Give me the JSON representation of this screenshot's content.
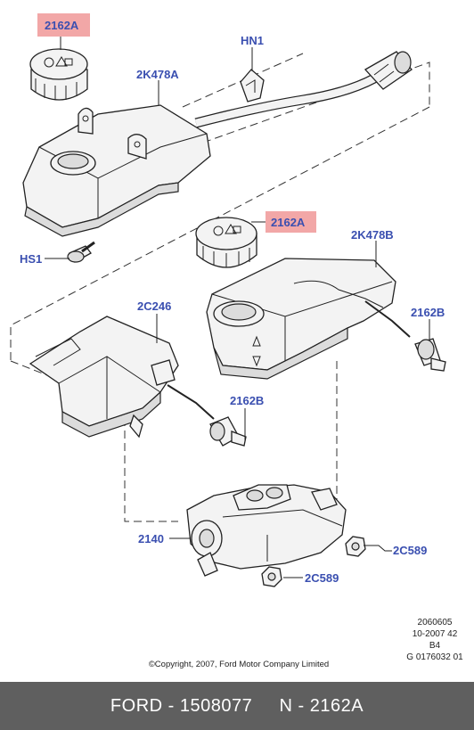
{
  "callouts": {
    "cap_top": "2162A",
    "hn1": "HN1",
    "reservoir_top": "2K478A",
    "hs1": "HS1",
    "cap_lower": "2162A",
    "reservoir_lower": "2K478B",
    "bracket": "2C246",
    "sensor_right": "2162B",
    "sensor_lower": "2162B",
    "master_cylinder": "2140",
    "nut_right": "2C589",
    "nut_lower": "2C589"
  },
  "highlight_color": "#f2a7a7",
  "label_color": "#3a4fb0",
  "meta": {
    "line1": "2060605",
    "line2": "10-2007 42",
    "line3": "B4",
    "line4": "G 0176032 01"
  },
  "copyright": "©Copyright, 2007, Ford Motor Company Limited",
  "footer": {
    "text": "FORD - 1508077     N - 2162A"
  }
}
